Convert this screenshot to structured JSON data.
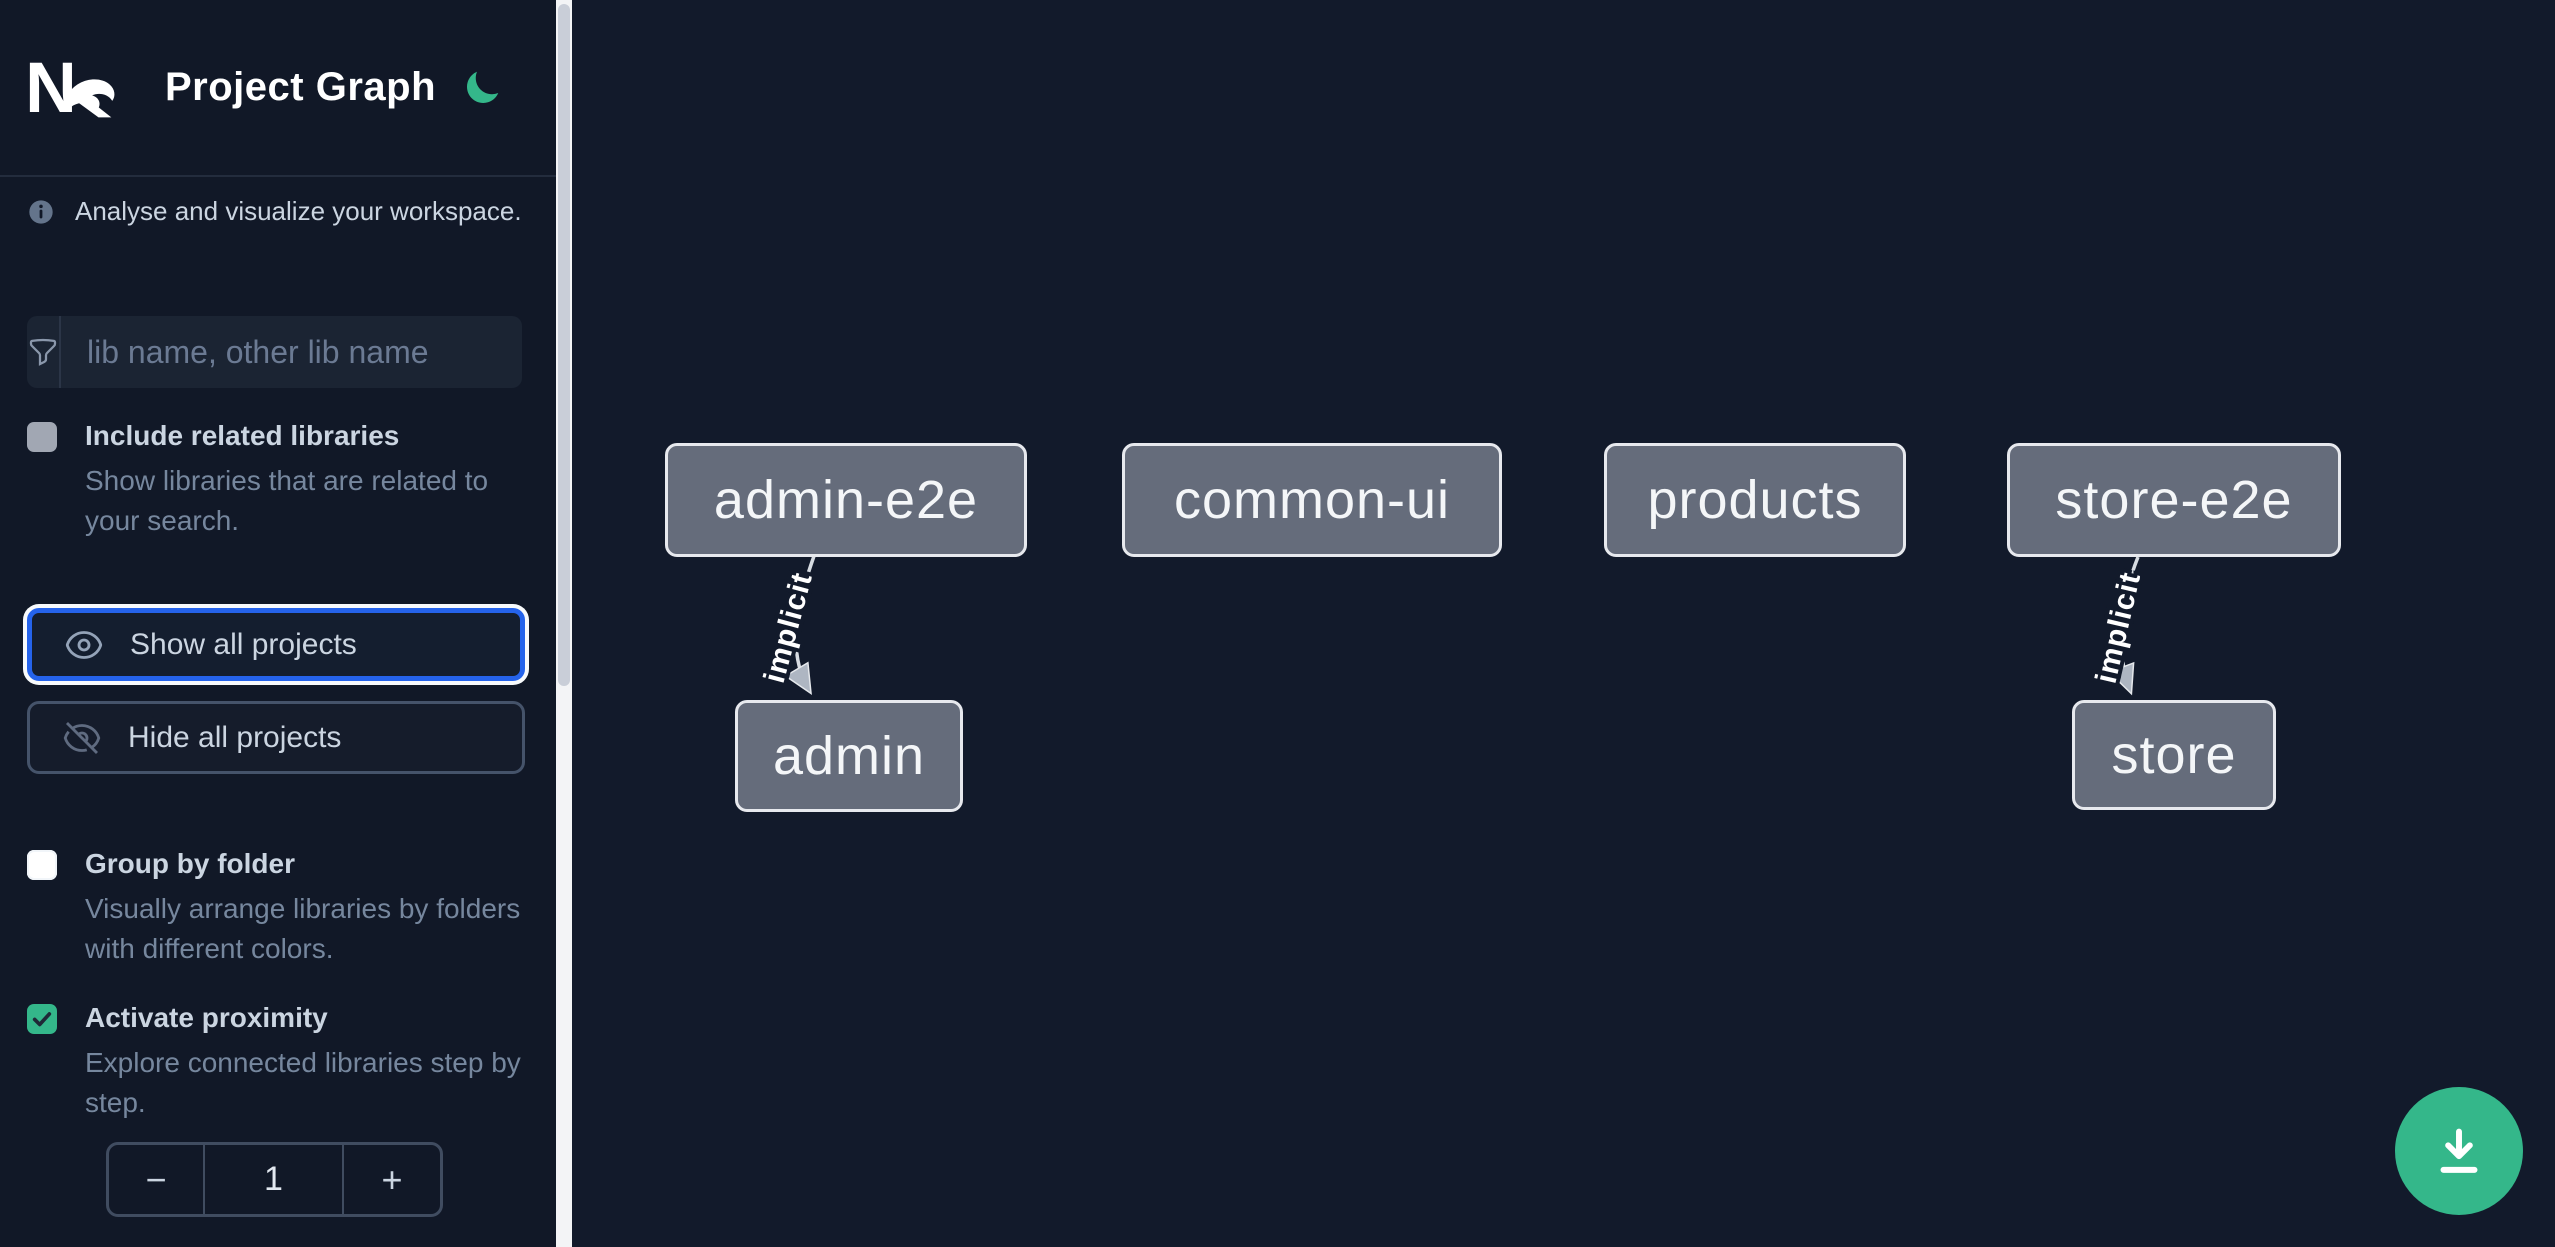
{
  "header": {
    "title": "Project Graph",
    "logo": "nx-logo",
    "theme_toggle_icon": "moon-icon",
    "theme_color": "#34b78a"
  },
  "sidebar": {
    "tagline": "Analyse and visualize your workspace.",
    "search_placeholder": "lib name, other lib name",
    "options": [
      {
        "label": "Include related libraries",
        "description": "Show libraries that are related to your search.",
        "checked": false
      },
      {
        "label": "Group by folder",
        "description": "Visually arrange libraries by folders with different colors.",
        "checked": false
      },
      {
        "label": "Activate proximity",
        "description": "Explore connected libraries step by step.",
        "checked": true
      }
    ],
    "buttons": [
      {
        "label": "Show all projects",
        "icon": "eye-icon",
        "focused": true
      },
      {
        "label": "Hide all projects",
        "icon": "eye-off-icon",
        "focused": false
      }
    ],
    "stepper": {
      "decrement": "−",
      "value": "1",
      "increment": "+"
    }
  },
  "graph": {
    "nodes": [
      {
        "label": "admin-e2e"
      },
      {
        "label": "common-ui"
      },
      {
        "label": "products"
      },
      {
        "label": "store-e2e"
      },
      {
        "label": "admin"
      },
      {
        "label": "store"
      }
    ],
    "edges": [
      {
        "source": "admin-e2e",
        "target": "admin",
        "label": "implicit"
      },
      {
        "source": "store-e2e",
        "target": "store",
        "label": "implicit"
      }
    ]
  },
  "fab": {
    "icon": "download-icon",
    "color": "#34b78a"
  },
  "colors": {
    "background": "#121a2b",
    "node_fill": "#656c7b",
    "node_border": "#e7e9ee",
    "focus_blue": "#2563eb",
    "accent_green": "#34b78a",
    "scrollbar_track": "#f3f4f6",
    "scrollbar_thumb": "#c9ced8"
  }
}
